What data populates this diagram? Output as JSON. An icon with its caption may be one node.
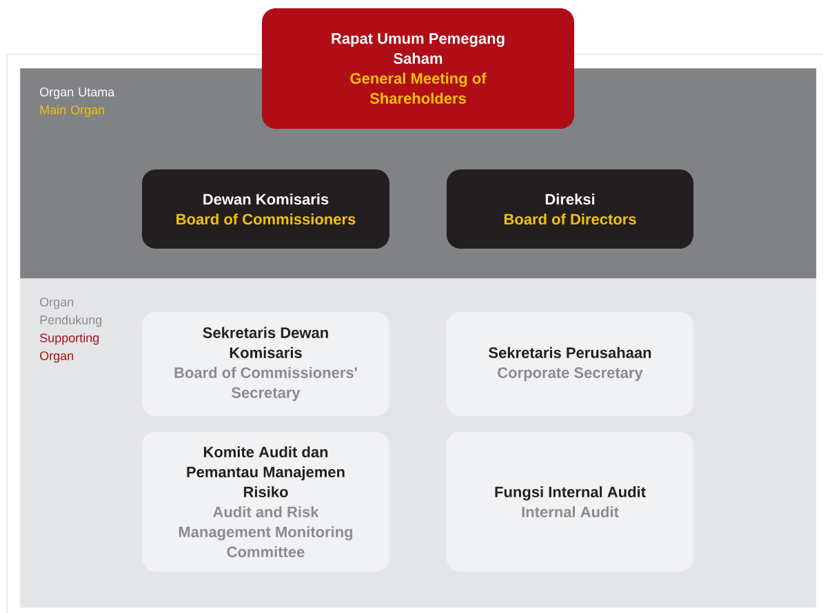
{
  "diagram": {
    "nodes": [
      {
        "text": [
          "Rapat Umum Pemegang Saham",
          "General Meeting of Shareholders"
        ]
      },
      {
        "text": [
          "Organ Utama",
          "Main Organ"
        ]
      },
      {
        "text": [
          "Dewan Komisaris",
          "Board of Commissioners"
        ],
        "in": 1
      },
      {
        "text": [
          "Direksi",
          "Board of Directors"
        ],
        "in": 1
      },
      {
        "text": [
          "Organ Pendukung",
          "Supporting Organ"
        ]
      },
      {
        "text": [
          "Sekretaris Dewan Komisaris",
          "Board of Commissioners' Secretary"
        ],
        "in": 4
      },
      {
        "text": [
          "Sekretaris Perusahaan",
          "Corporate Secretary"
        ],
        "in": 4
      },
      {
        "text": [
          "Komite Audit dan Pemantau Manajemen Risiko",
          "Audit and Risk Management Monitoring Committee"
        ],
        "in": 4
      },
      {
        "text": [
          "Fungsi Internal Audit",
          "Internal Audit"
        ],
        "in": 4
      }
    ]
  }
}
